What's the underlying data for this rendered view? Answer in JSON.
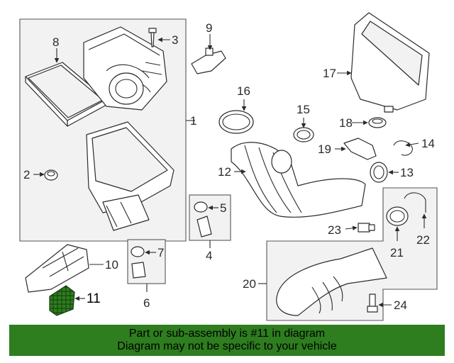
{
  "callouts": [
    "1",
    "2",
    "3",
    "4",
    "5",
    "6",
    "7",
    "8",
    "9",
    "10",
    "11",
    "12",
    "13",
    "14",
    "15",
    "16",
    "17",
    "18",
    "19",
    "20",
    "21",
    "22",
    "23",
    "24"
  ],
  "highlighted_part": "11",
  "colors": {
    "banner": "#2e7d1f",
    "highlight": "#2e7d1f",
    "box_fill": "#f2f2f2",
    "line": "#2b2b2b"
  },
  "banner": {
    "line1": "Part or sub-assembly is #11 in diagram",
    "line2": "Diagram may not be specific to your vehicle"
  }
}
